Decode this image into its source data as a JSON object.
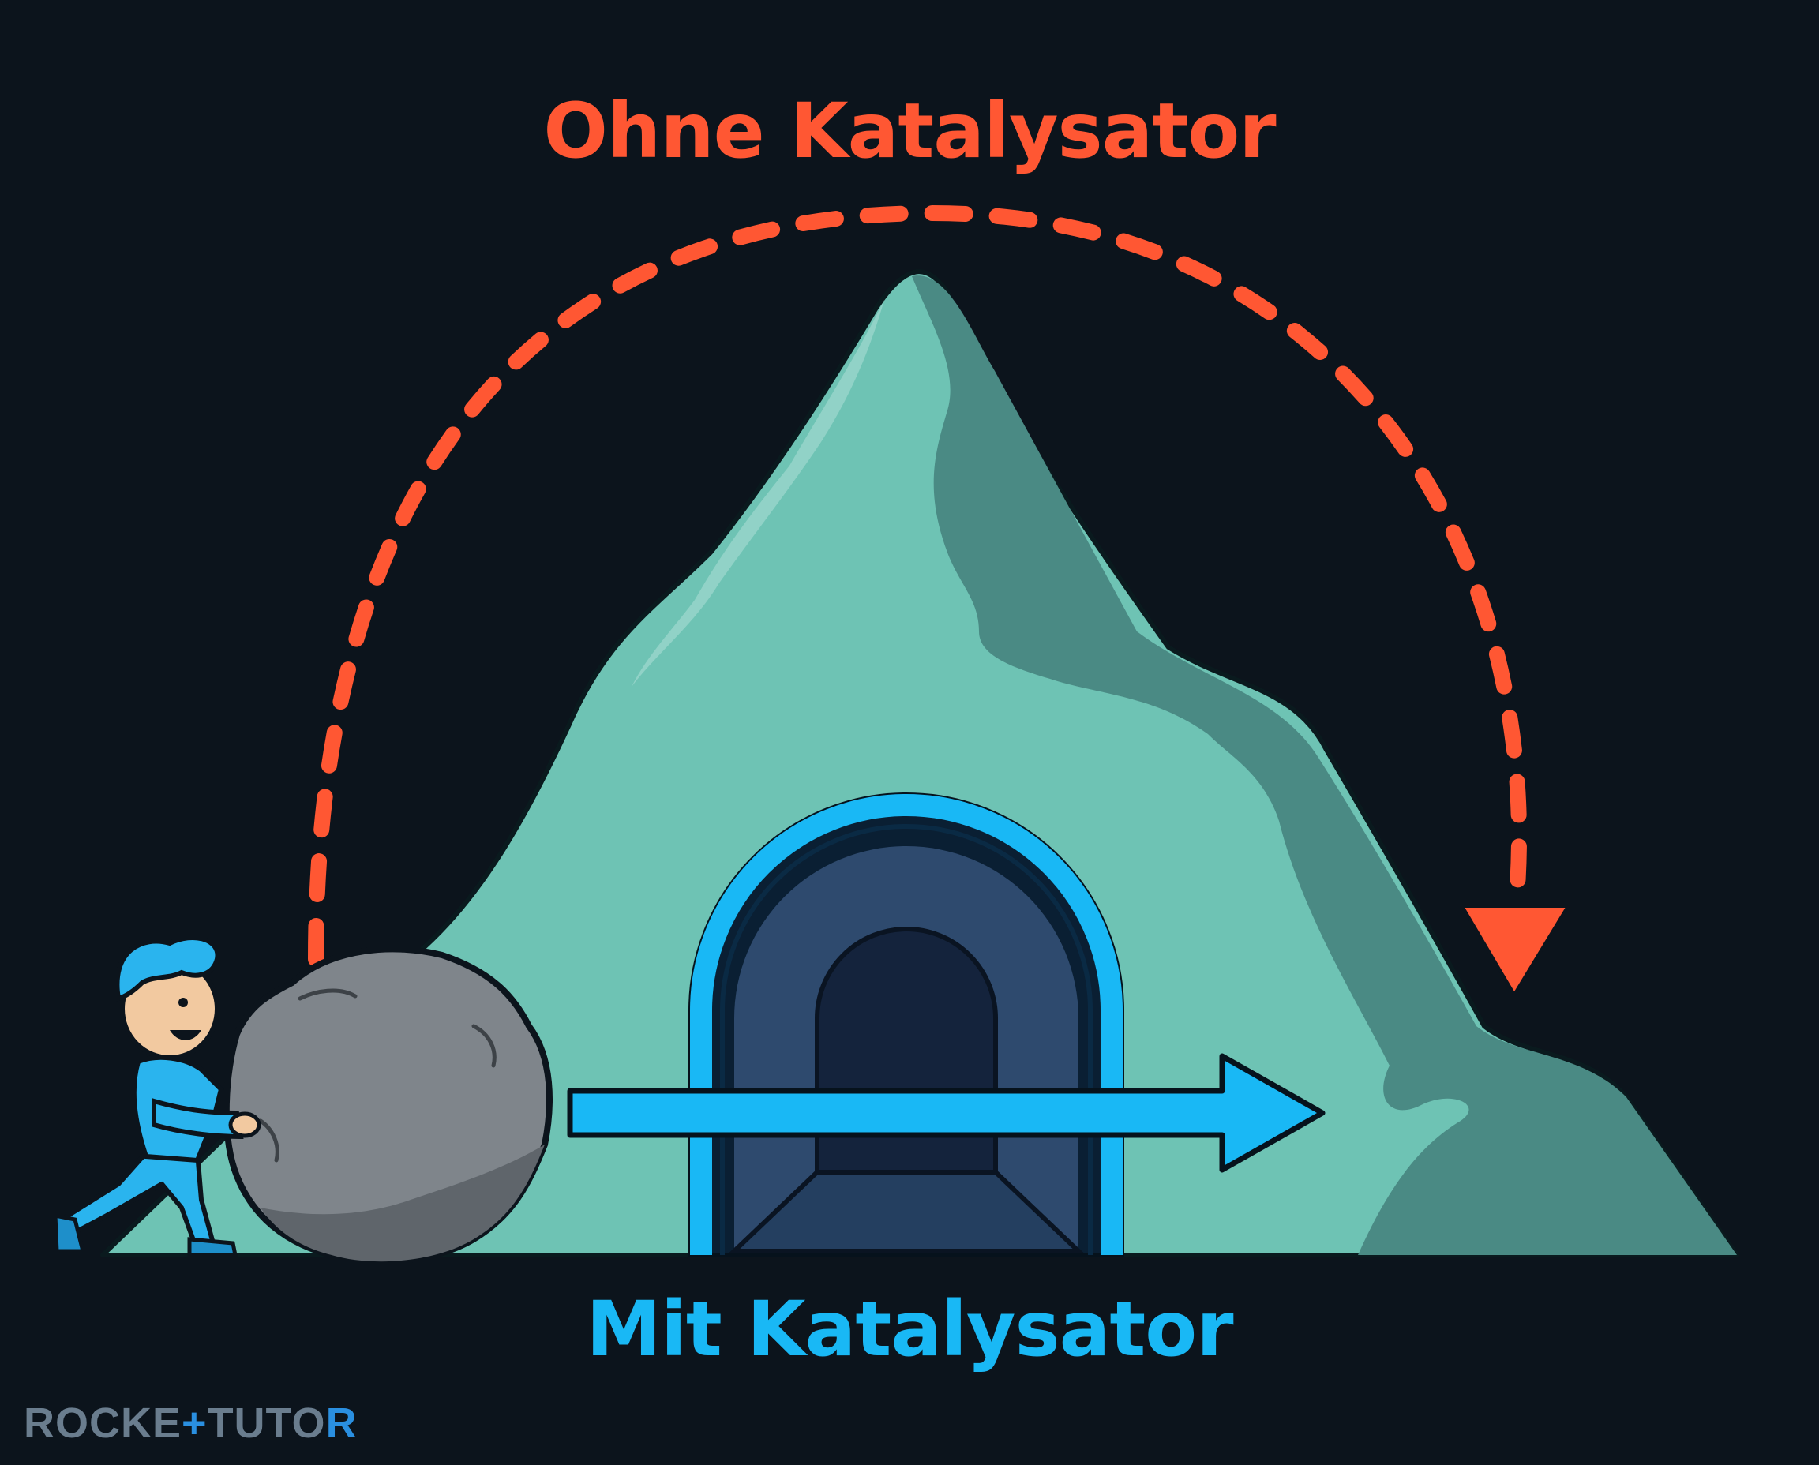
{
  "labels": {
    "without_catalyst": "Ohne Katalysator",
    "with_catalyst": "Mit Katalysator"
  },
  "logo": {
    "part1": "ROCKE",
    "plus": "+",
    "part2": "TUTO",
    "tail": "R"
  },
  "colors": {
    "background": "#0c141c",
    "path_without_catalyst": "#ff5733",
    "path_with_catalyst": "#19b8f5",
    "mountain_light": "#6ec3b4",
    "mountain_shadow": "#4a8a84",
    "rock": "#7f858b",
    "person": "#2ab4ee"
  },
  "icons": {
    "mountain": "energy-barrier-mountain-icon",
    "tunnel": "catalyst-tunnel-icon",
    "rock": "boulder-icon",
    "person": "person-pushing-icon"
  }
}
